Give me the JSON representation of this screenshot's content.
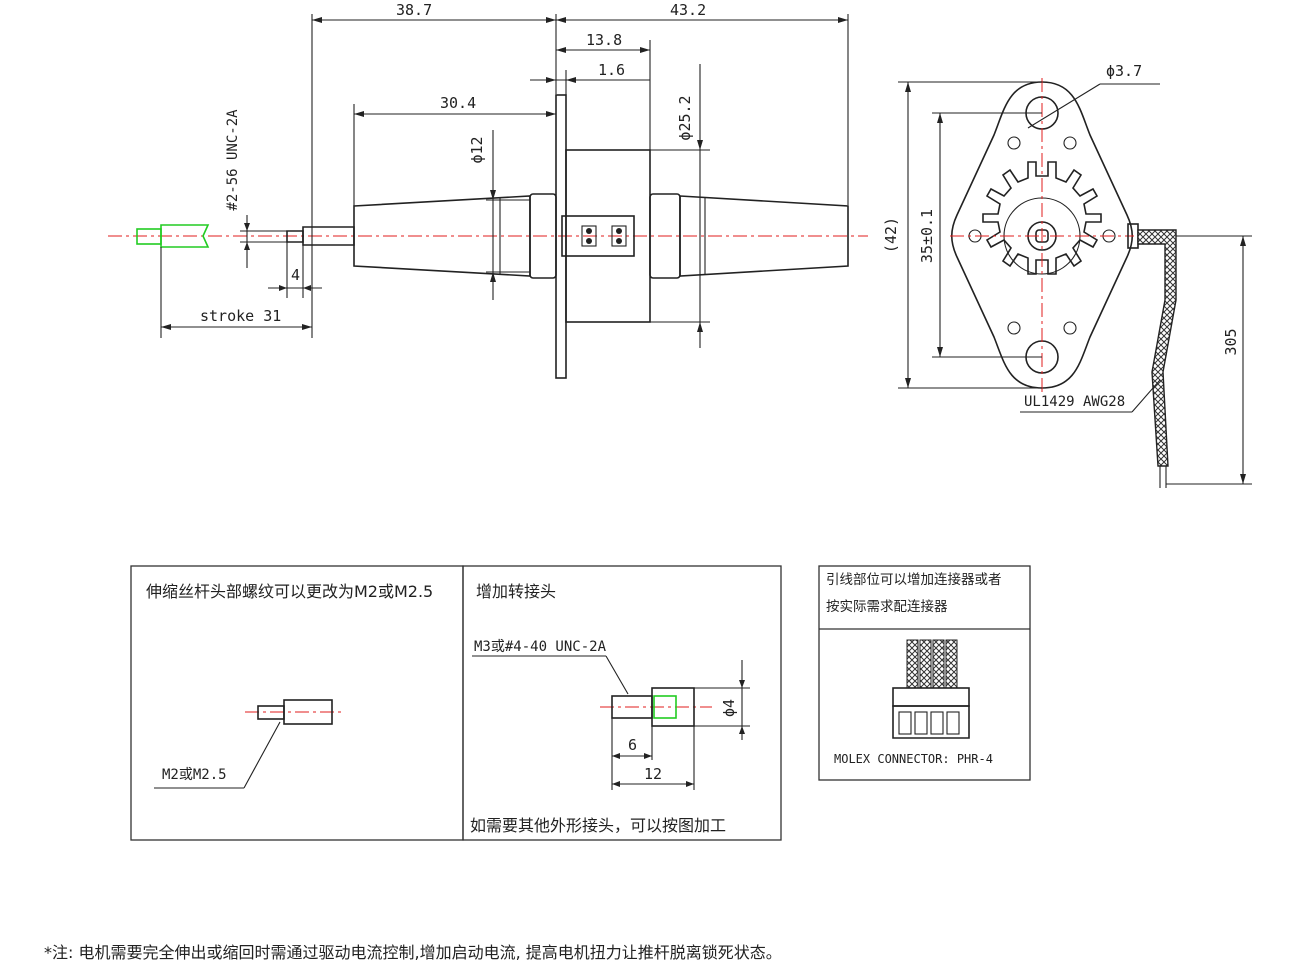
{
  "dimensions": {
    "d_38_7": "38.7",
    "d_43_2": "43.2",
    "d_13_8": "13.8",
    "d_1_6": "1.6",
    "d_30_4": "30.4",
    "d_phi25_2": "ϕ25.2",
    "d_phi12": "ϕ12",
    "d_thread": "#2-56 UNC-2A",
    "d_4": "4",
    "d_stroke": "stroke 31",
    "d_phi3_7": "ϕ3.7",
    "d_42": "(42)",
    "d_35": "35±0.1",
    "d_305": "305",
    "d_wire": "UL1429 AWG28"
  },
  "panels": {
    "left": {
      "title": "伸缩丝杆头部螺纹可以更改为M2或M2.5",
      "label": "M2或M2.5"
    },
    "middle": {
      "title": "增加转接头",
      "thread": "M3或#4-40 UNC-2A",
      "phi4": "ϕ4",
      "d6": "6",
      "d12": "12",
      "footer": "如需要其他外形接头，可以按图加工"
    },
    "right": {
      "title_line1": "引线部位可以增加连接器或者",
      "title_line2": "按实际需求配连接器",
      "connector": "MOLEX CONNECTOR: PHR-4"
    }
  },
  "footnote": "*注: 电机需要完全伸出或缩回时需通过驱动电流控制,增加启动电流, 提高电机扭力让推杆脱离锁死状态。",
  "colors": {
    "line": "#222222",
    "centerline": "#e21d1d",
    "highlight": "#22cc22"
  }
}
